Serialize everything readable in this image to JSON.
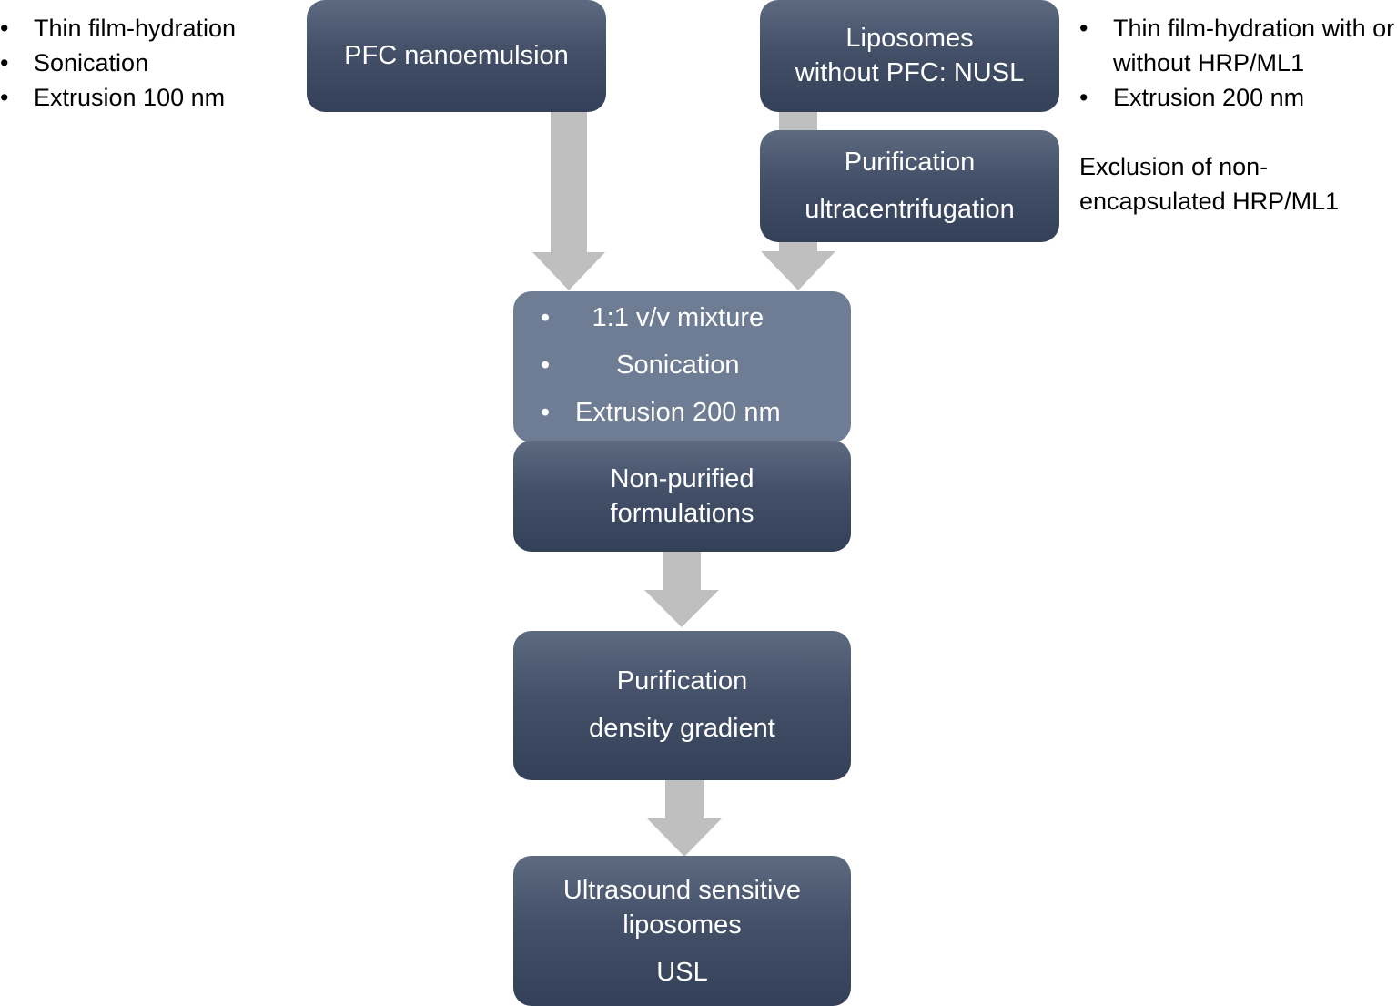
{
  "left_notes": [
    "Thin film-hydration",
    "Sonication",
    "Extrusion 100 nm"
  ],
  "right_notes": [
    "Thin film-hydration with or without HRP/ML1",
    "Extrusion 200 nm"
  ],
  "purification_note": "Exclusion of non-encapsulated HRP/ML1",
  "boxes": {
    "pfc": "PFC nanoemulsion",
    "liposomes_line1": "Liposomes",
    "liposomes_line2": "without PFC: NUSL",
    "purif_uc_line1": "Purification",
    "purif_uc_line2": "ultracentrifugation",
    "mixture_items": [
      "1:1 v/v mixture",
      "Sonication",
      "Extrusion 200 nm"
    ],
    "nonpurified_line1": "Non-purified",
    "nonpurified_line2": "formulations",
    "purif_dg_line1": "Purification",
    "purif_dg_line2": "density gradient",
    "usl_line1": "Ultrasound sensitive",
    "usl_line2": "liposomes",
    "usl_line3": "USL"
  },
  "colors": {
    "box_dark": "#3c485f",
    "box_light": "#6e7d93",
    "arrow": "#bfbfbf"
  }
}
